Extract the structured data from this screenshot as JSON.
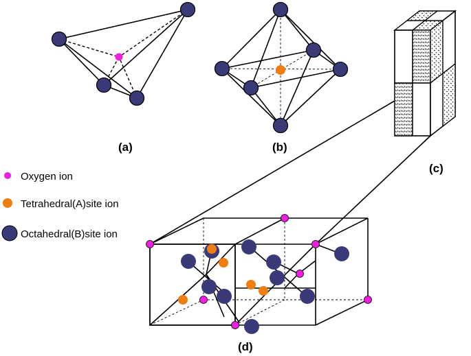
{
  "labels": {
    "a": "(a)",
    "b": "(b)",
    "c": "(c)",
    "d": "(d)"
  },
  "legend": {
    "oxygen": "Oxygen ion",
    "tetrahedral": "Tetrahedral(A)site ion",
    "octahedral": "Octahedral(B)site ion"
  },
  "colors": {
    "oxygen": "#ee1fe0",
    "tetrahedral": "#f07d10",
    "octahedral": "#3a3a78",
    "stroke": "#000000"
  }
}
